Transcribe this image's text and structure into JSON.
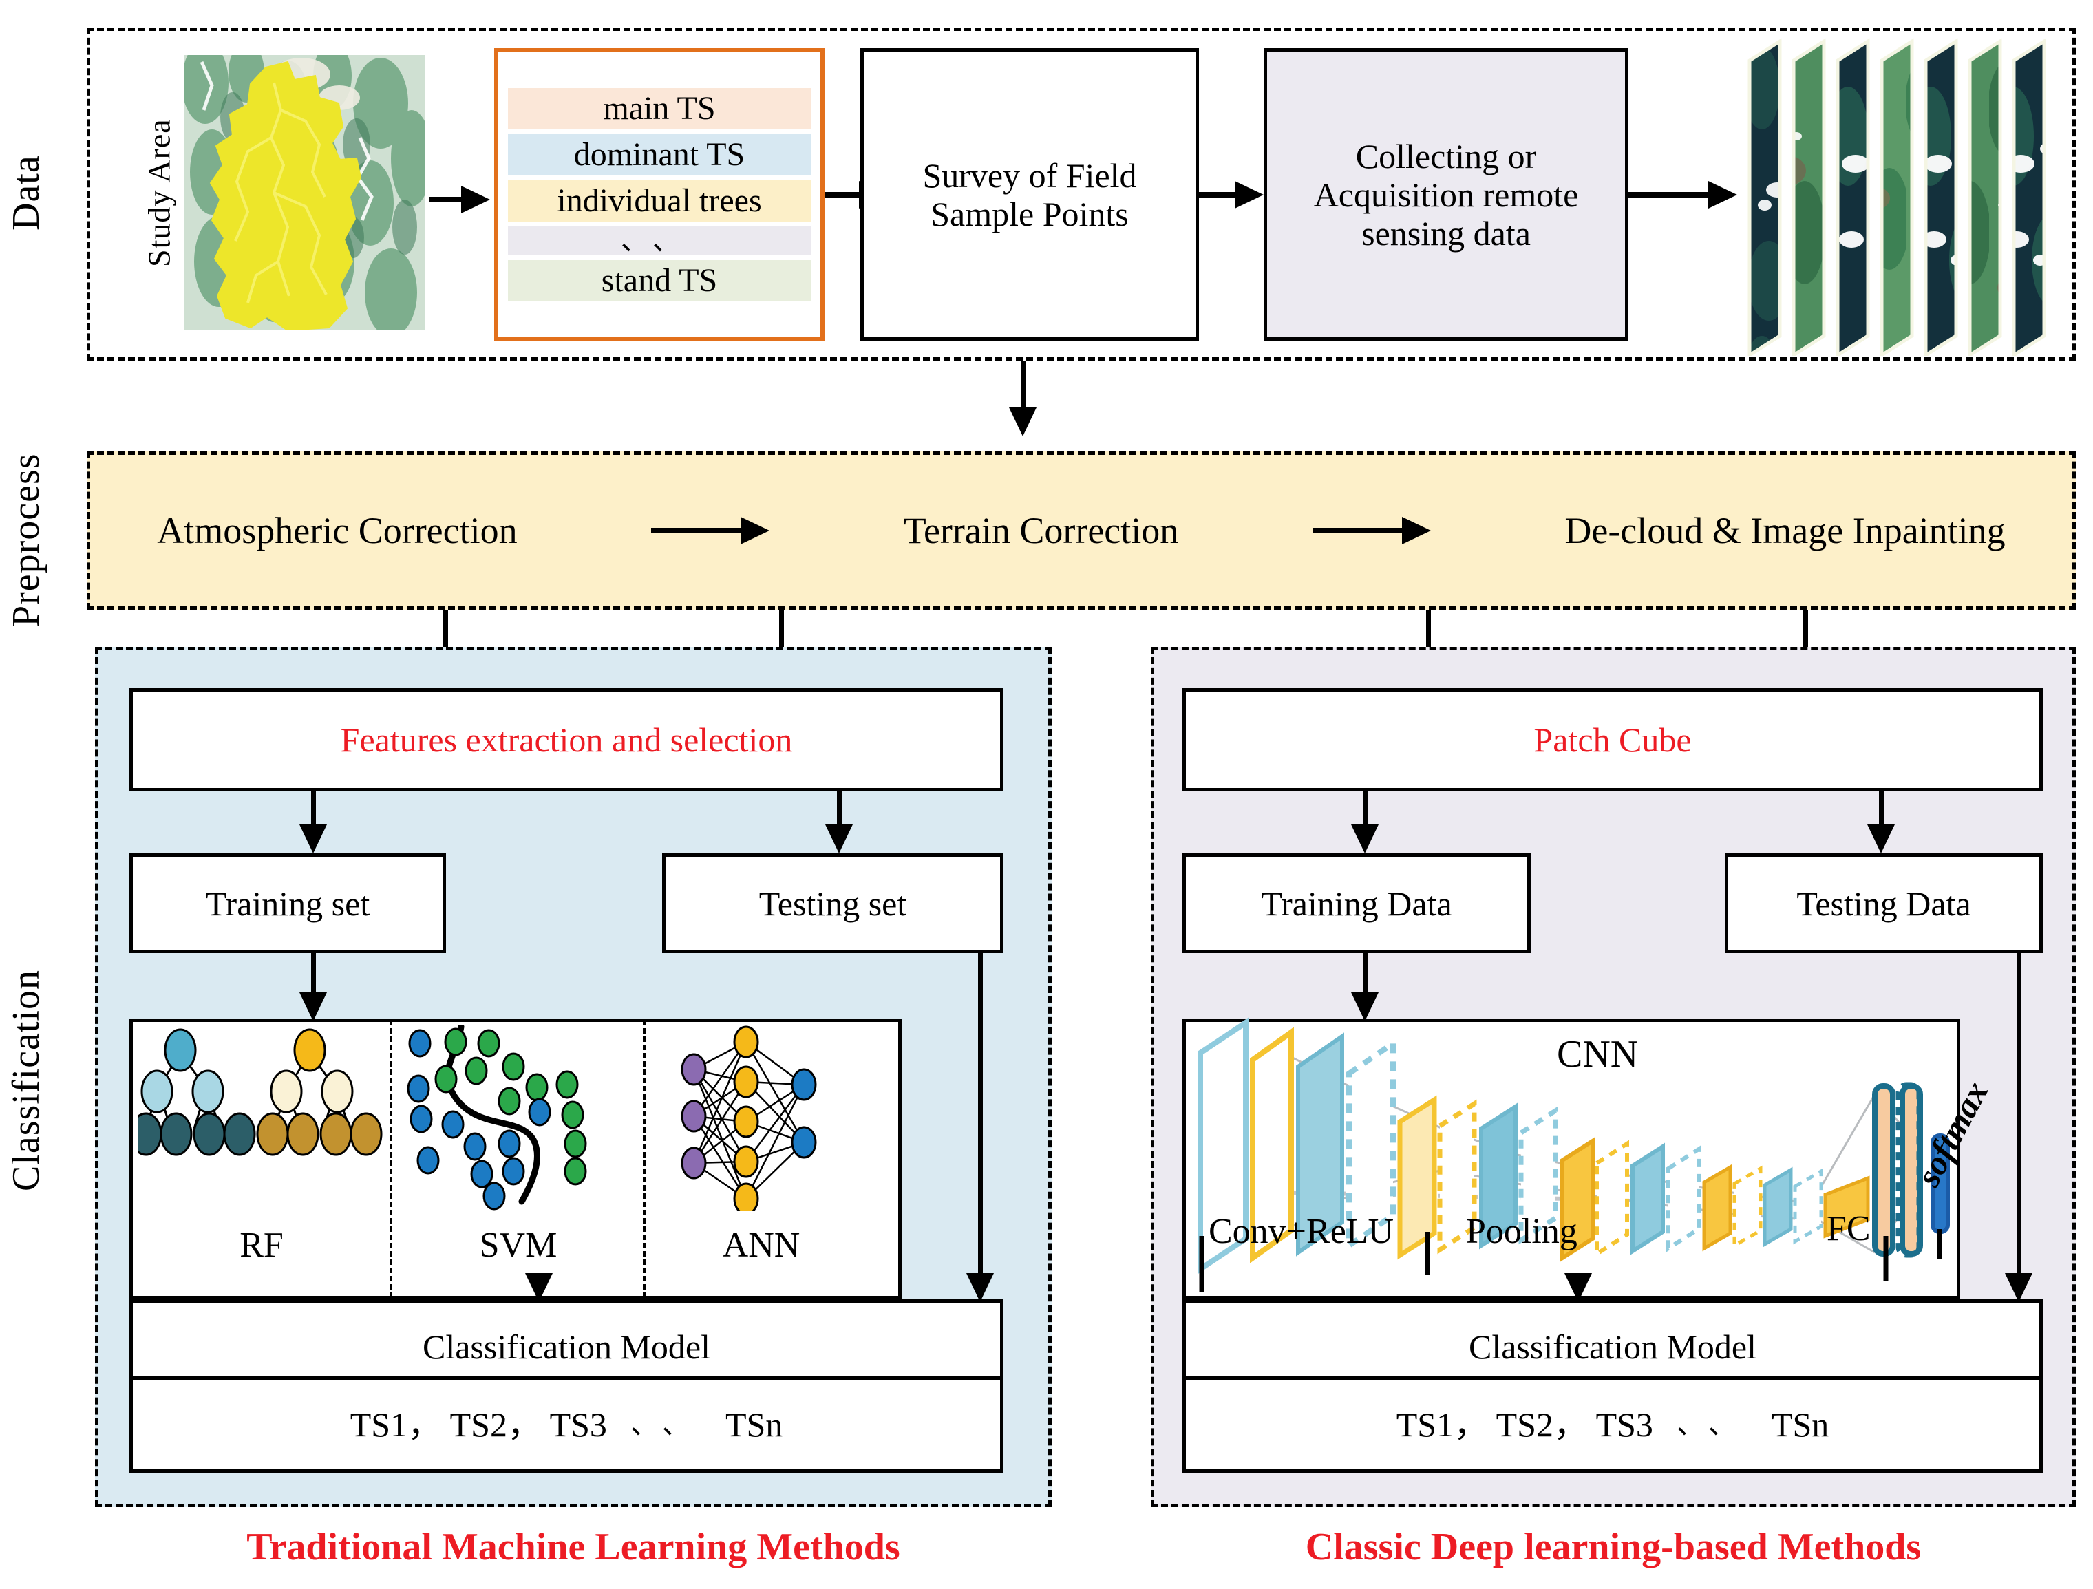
{
  "stages": {
    "data": "Data",
    "preprocess": "Preprocess",
    "classification": "Classification"
  },
  "data_row": {
    "study_area_label": "Study Area",
    "ts_box": {
      "border_color": "#E2701B",
      "rows": [
        {
          "label": "main TS",
          "bg": "#FBE7D8"
        },
        {
          "label": "dominant TS",
          "bg": "#D7E8F2"
        },
        {
          "label": "individual trees",
          "bg": "#FCEFC8"
        },
        {
          "label": "、、",
          "bg": "#EBE9EF"
        },
        {
          "label": "stand TS",
          "bg": "#E8EEDD"
        }
      ]
    },
    "survey_box": "Survey of Field Sample Points",
    "collect_box": "Collecting or Acquisition remote sensing data",
    "image_stack_count": 7
  },
  "preprocess_row": {
    "bg": "#FDF0C9",
    "steps": [
      "Atmospheric Correction",
      "Terrain Correction",
      "De-cloud & Image Inpainting"
    ]
  },
  "left_panel": {
    "bg": "#DAEAF2",
    "feature_box": "Features extraction and selection",
    "feature_box_color": "#ED1C24",
    "training_box": "Training set",
    "testing_box": "Testing set",
    "methods": [
      "RF",
      "SVM",
      "ANN"
    ],
    "model_box": "Classification Model",
    "output_box_prefix": "TS1， TS2， TS3",
    "output_box_ellipsis": "、、",
    "output_box_suffix": "TSn",
    "caption": "Traditional Machine Learning Methods",
    "caption_color": "#ED1C24"
  },
  "right_panel": {
    "bg": "#ECEAF1",
    "patch_box": "Patch Cube",
    "patch_box_color": "#ED1C24",
    "training_box": "Training Data",
    "testing_box": "Testing Data",
    "cnn_title": "CNN",
    "cnn_labels": [
      "Conv+ReLU",
      "Pooling",
      "FC",
      "softmax"
    ],
    "model_box": "Classification Model",
    "output_box_prefix": "TS1， TS2， TS3",
    "output_box_ellipsis": "、、",
    "output_box_suffix": "TSn",
    "caption": "Classic Deep learning-based Methods",
    "caption_color": "#ED1C24"
  }
}
